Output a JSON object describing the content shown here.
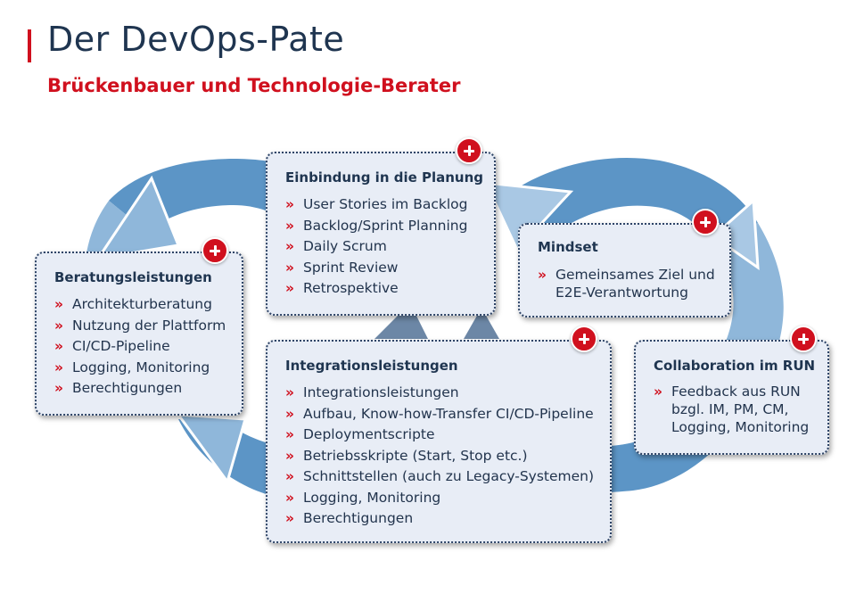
{
  "header": {
    "title": "Der DevOps-Pate",
    "subtitle": "Brückenbauer und Technologie-Berater"
  },
  "colors": {
    "accent_red": "#d0101e",
    "loop_dark": "#5c95c6",
    "loop_light": "#8fb7da",
    "card_bg": "#e8edf6",
    "text_dark": "#1f3550"
  },
  "cards": {
    "beratung": {
      "title": "Beratungsleistungen",
      "items": [
        "Architekturberatung",
        "Nutzung der Plattform",
        "CI/CD-Pipeline",
        "Logging, Monitoring",
        "Berechtigungen"
      ]
    },
    "planung": {
      "title": "Einbindung in die Planung",
      "items": [
        "User Stories im Backlog",
        "Backlog/Sprint Planning",
        "Daily Scrum",
        "Sprint Review",
        "Retrospektive"
      ]
    },
    "mindset": {
      "title": "Mindset",
      "items": [
        "Gemeinsames Ziel und E2E-Verantwortung"
      ]
    },
    "integration": {
      "title": "Integrationsleistungen",
      "items": [
        "Integrationsleistungen",
        "Aufbau, Know-how-Transfer CI/CD-Pipeline",
        "Deploymentscripte",
        "Betriebsskripte (Start, Stop etc.)",
        "Schnittstellen (auch zu Legacy-Systemen)",
        "Logging, Monitoring",
        "Berechtigungen"
      ]
    },
    "run": {
      "title": "Collaboration im RUN",
      "items": [
        "Feedback aus RUN bzgl. IM, PM, CM, Logging, Monitoring"
      ]
    }
  },
  "icons": {
    "expand": "plus-circle-icon",
    "bullet": "double-chevron-icon"
  }
}
